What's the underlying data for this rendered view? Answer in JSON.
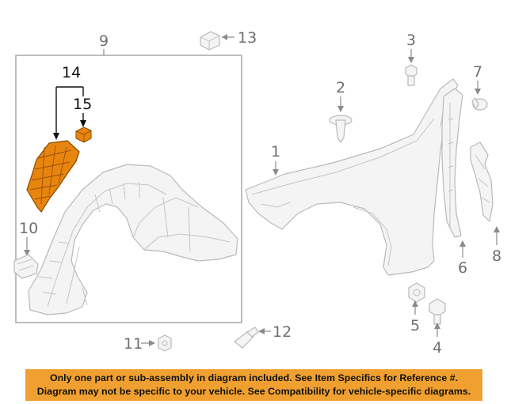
{
  "callouts": {
    "c1": "1",
    "c2": "2",
    "c3": "3",
    "c4": "4",
    "c5": "5",
    "c6": "6",
    "c7": "7",
    "c8": "8",
    "c9": "9",
    "c10": "10",
    "c11": "11",
    "c12": "12",
    "c13": "13",
    "c14": "14",
    "c15": "15"
  },
  "notice": {
    "line1": "Only one part or sub-assembly in diagram included. See Item Specifics for Reference #.",
    "line2": "Diagram may not be specific to your vehicle. See Compatibility for vehicle-specific diagrams."
  },
  "colors": {
    "highlight_part": "#e8850f",
    "notice_background": "#f0a030",
    "line_art": "#b9b9b9"
  }
}
